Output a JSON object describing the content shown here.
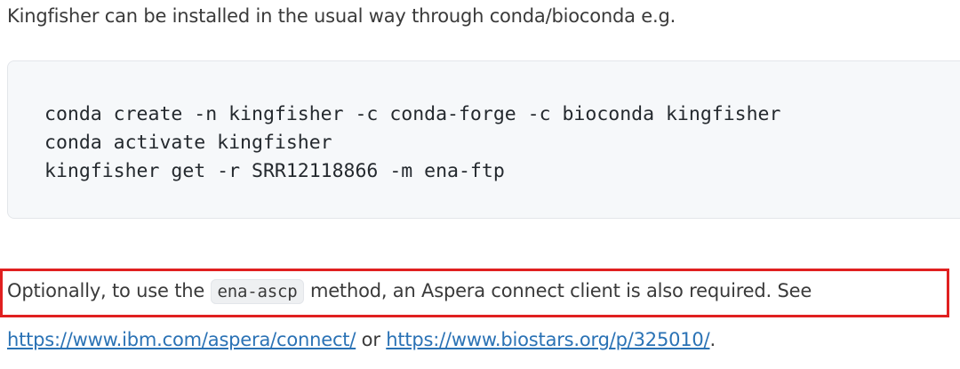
{
  "intro": {
    "text": "Kingfisher can be installed in the usual way through conda/bioconda e.g."
  },
  "code_block": {
    "lines": [
      "conda create -n kingfisher -c conda-forge -c bioconda kingfisher",
      "conda activate kingfisher",
      "kingfisher get -r SRR12118866 -m ena-ftp"
    ]
  },
  "note": {
    "prefix": "Optionally, to use the ",
    "code": "ena-ascp",
    "suffix": " method, an Aspera connect client is also required. See"
  },
  "links": {
    "link1": "https://www.ibm.com/aspera/connect/",
    "between": " or ",
    "link2": "https://www.biostars.org/p/325010/",
    "end": "."
  },
  "colors": {
    "highlight_border": "#e02020",
    "link": "#2a72b5"
  }
}
